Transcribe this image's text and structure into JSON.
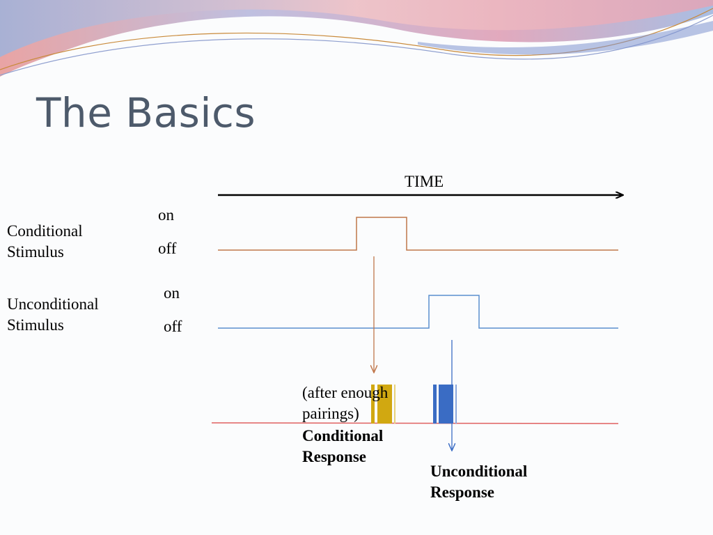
{
  "slide": {
    "title": "The Basics"
  },
  "diagram": {
    "time_label": "TIME",
    "cs": {
      "label_line1": "Conditional",
      "label_line2": "Stimulus",
      "on_label": "on",
      "off_label": "off",
      "color": "#c0764a"
    },
    "us": {
      "label_line1": "Unconditional",
      "label_line2": "Stimulus",
      "on_label": "on",
      "off_label": "off",
      "color": "#5b8fce"
    },
    "cr": {
      "note_line1": "(after enough",
      "note_line2": "pairings)",
      "label_line1": "Conditional",
      "label_line2": "Response",
      "color": "#d1a811"
    },
    "ur": {
      "label_line1": "Unconditional",
      "label_line2": "Response",
      "color": "#3a6cc4"
    },
    "response_line_color": "#e06060"
  }
}
